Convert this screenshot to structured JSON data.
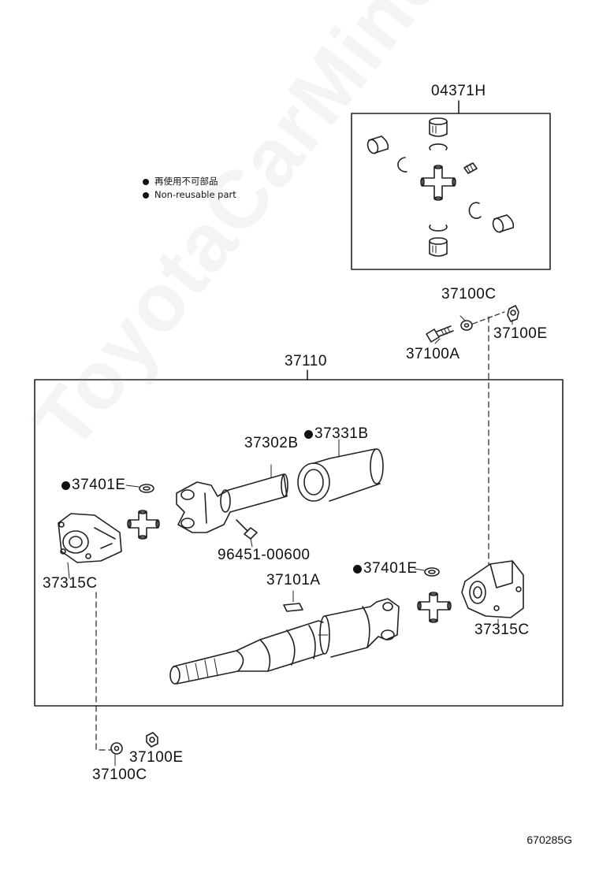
{
  "legend": {
    "line_ja": "再使用不可部品",
    "line_en": "Non-reusable part"
  },
  "watermark": "ToyotaCarMine.ru",
  "diagram_code": "670285G",
  "labels": {
    "kit_04371H": "04371H",
    "bolt_37100A": "37100A",
    "washer_37100C_top": "37100C",
    "nut_37100E_top": "37100E",
    "shaft_assy_37110": "37110",
    "yoke_37302B": "37302B",
    "boot_37331B": "37331B",
    "snap_ring_37401E_left": "37401E",
    "fitting_96451": "96451-00600",
    "flange_37315C_left": "37315C",
    "key_37101A": "37101A",
    "snap_ring_37401E_right": "37401E",
    "flange_37315C_right": "37315C",
    "nut_37100E_bottom": "37100E",
    "washer_37100C_bottom": "37100C"
  },
  "colors": {
    "line": "#222222",
    "background": "#ffffff"
  }
}
